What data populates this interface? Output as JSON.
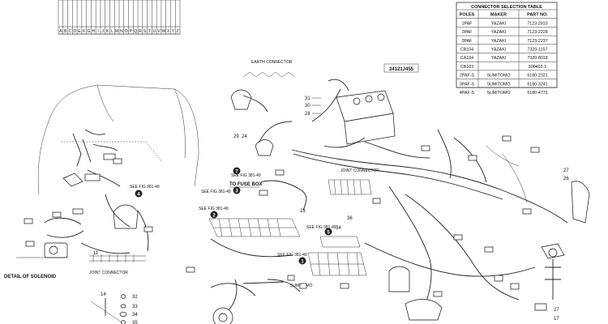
{
  "drawing_number": "24121J455",
  "connector_table": {
    "title": "CONNECTOR SELECTION TABLE",
    "headers": [
      "POLES",
      "MAKER",
      "PART NO."
    ],
    "rows": [
      [
        "1PAF",
        "YAZAKI",
        "7123-2810"
      ],
      [
        "2PAF",
        "YAZAKI",
        "7123-2228"
      ],
      [
        "3PAF",
        "YAZAKI",
        "7123-2237"
      ],
      [
        "CB104",
        "YAZAKI",
        "7320-1157"
      ],
      [
        "CA104",
        "YAZAKI",
        "7320-8018"
      ],
      [
        "CB103",
        "",
        "300402-1"
      ],
      [
        "2PAF-S",
        "SUMITOMO",
        "6180-2321"
      ],
      [
        "3PAF-S",
        "SUMITOMO",
        "6180-3241"
      ],
      [
        "4PAF-S",
        "SUMITOMO",
        "6180-4771"
      ]
    ]
  },
  "labels": {
    "detail": "DETAIL OF SOLENOID",
    "fuse_box": "TO FUSE BOX",
    "see_fig_1": "SEE FIG 381-49",
    "see_fig_2": "SEE FIG 381-49",
    "see_fig_3": "SEE FIG 381-49",
    "see_fig_4": "SEE FIG 381-49",
    "see_fig_5": "SEE FIG 381-49",
    "see_fig_7": "SEE FIG 381-49",
    "joint_connector": "JOINT CONNECTOR",
    "earth_connector": "EARTH CONNECTOR",
    "sumitomo": "SUMITOMO"
  },
  "callouts": {
    "c1": "1",
    "c2": "2",
    "c3": "3",
    "c4": "4",
    "c5": "5",
    "c7": "7"
  },
  "part_numbers": {
    "n11": "11",
    "n13": "13",
    "n14": "14",
    "n17": "17",
    "n24": "24",
    "n26": "26",
    "n27": "27",
    "n28": "28",
    "n29": "29",
    "n30": "30",
    "n31": "31",
    "n32": "32",
    "n33": "33",
    "n34": "34",
    "n35": "35",
    "n36": "36"
  },
  "header_table": {
    "columns": [
      "A",
      "B",
      "C",
      "D",
      "E",
      "F",
      "G",
      "H",
      "I",
      "J",
      "K",
      "L",
      "M",
      "N",
      "O",
      "P",
      "Q",
      "R",
      "S",
      "T",
      "U",
      "V",
      "W",
      "X",
      "Y",
      "Z"
    ]
  }
}
